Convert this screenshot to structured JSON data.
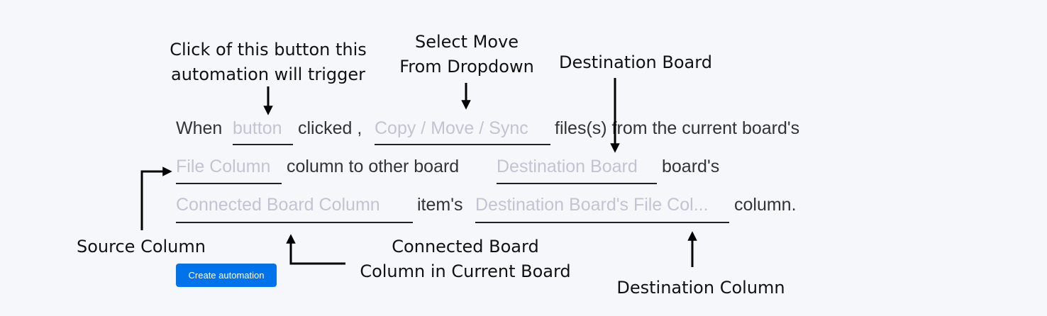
{
  "sentence": {
    "when": "When",
    "trigger_placeholder": "button",
    "clicked": "clicked ,",
    "action_placeholder": "Copy / Move / Sync",
    "files_from": "files(s) from the current board's",
    "source_placeholder": "File Column",
    "column_to_other": "column to other board",
    "dest_board_placeholder": "Destination Board",
    "boards": "board's",
    "connected_placeholder": "Connected Board Column",
    "items": "item's",
    "dest_column_placeholder": "Destination Board's File Col...",
    "column_end": "column."
  },
  "create_button": "Create automation",
  "annotations": {
    "trigger_line1": "Click of this button this",
    "trigger_line2": "automation will trigger",
    "select_line1": "Select Move",
    "select_line2": "From Dropdown",
    "dest_board": "Destination Board",
    "source_column": "Source Column",
    "connected_line1": "Connected Board",
    "connected_line2": "Column in Current Board",
    "dest_column": "Destination Column"
  },
  "colors": {
    "background": "#f6f7fb",
    "text": "#333333",
    "placeholder": "#c2c4d2",
    "button": "#0073ea"
  }
}
